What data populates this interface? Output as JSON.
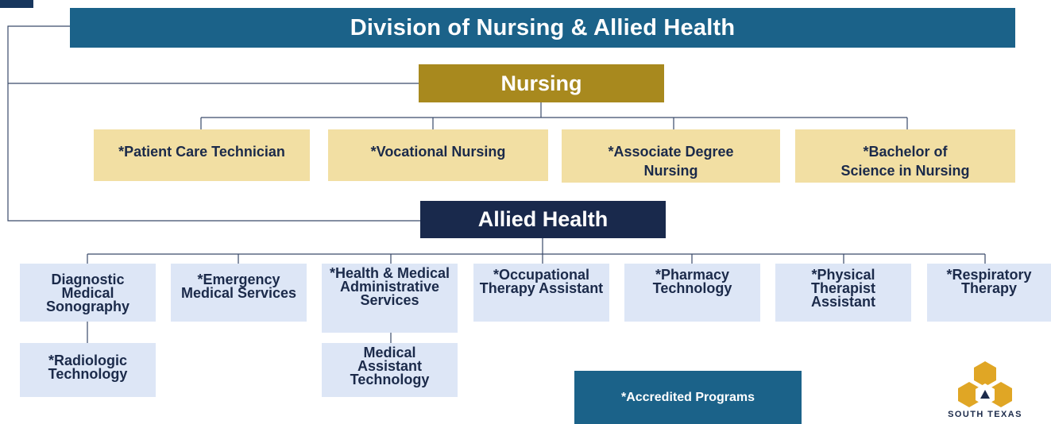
{
  "division": {
    "title": "Division of Nursing & Allied Health"
  },
  "nursing": {
    "title": "Nursing",
    "programs": [
      "*Patient Care Technician",
      "*Vocational Nursing",
      "*Associate Degree Nursing",
      "*Bachelor of Science in Nursing"
    ]
  },
  "allied_health": {
    "title": "Allied Health",
    "programs": [
      "Diagnostic Medical Sonography",
      "*Emergency Medical Services",
      "*Health & Medical Administrative Services",
      "*Occupational Therapy Assistant",
      "*Pharmacy Technology",
      "*Physical Therapist Assistant",
      "*Respiratory Therapy"
    ],
    "sub_programs": [
      "*Radiologic Technology",
      "Medical Assistant Technology"
    ]
  },
  "legend": {
    "label": "*Accredited Programs"
  },
  "logo": {
    "text": "SOUTH TEXAS"
  },
  "colors": {
    "division": "#1b6289",
    "nursing": "#a8891e",
    "nursing_programs": "#f2dfa3",
    "allied": "#19294c",
    "allied_programs": "#dde6f6",
    "logo_gold": "#e0a625"
  }
}
